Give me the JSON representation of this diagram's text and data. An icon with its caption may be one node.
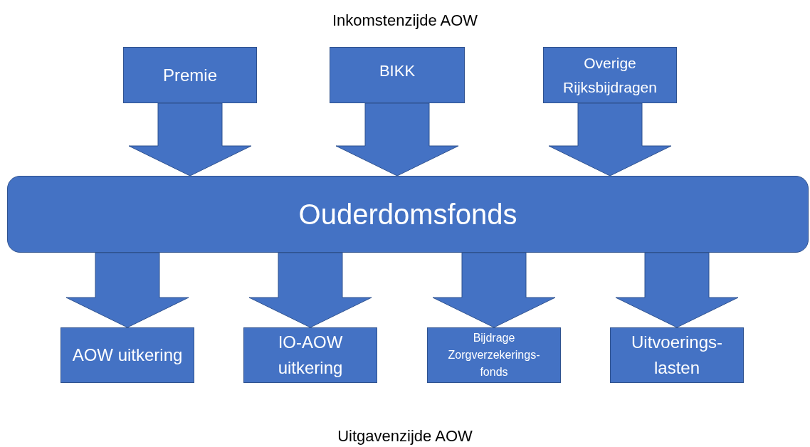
{
  "diagram": {
    "title": "Inkomstenzijde AOW",
    "caption": "Uitgavenzijde AOW",
    "nodes": [
      {
        "text": [
          "Premie"
        ]
      },
      {
        "text": [
          "BIKK"
        ]
      },
      {
        "text": [
          "Overige Rijksbijdragen"
        ]
      },
      {
        "text": [
          "Ouderdomsfonds"
        ]
      },
      {
        "text": [
          "AOW uitkering"
        ]
      },
      {
        "text": [
          "IO-AOW uitkering"
        ]
      },
      {
        "text": [
          "Bijdrage Zorgverzekerings- fonds"
        ]
      },
      {
        "text": [
          "Uitvoerings- lasten"
        ]
      }
    ],
    "edges": [
      {
        "from": 0,
        "to": 3,
        "arrow": "to"
      },
      {
        "from": 1,
        "to": 3,
        "arrow": "to"
      },
      {
        "from": 2,
        "to": 3,
        "arrow": "to"
      },
      {
        "from": 3,
        "to": 4,
        "arrow": "to"
      },
      {
        "from": 3,
        "to": 5,
        "arrow": "to"
      },
      {
        "from": 3,
        "to": 6,
        "arrow": "to"
      },
      {
        "from": 3,
        "to": 7,
        "arrow": "to"
      }
    ]
  }
}
